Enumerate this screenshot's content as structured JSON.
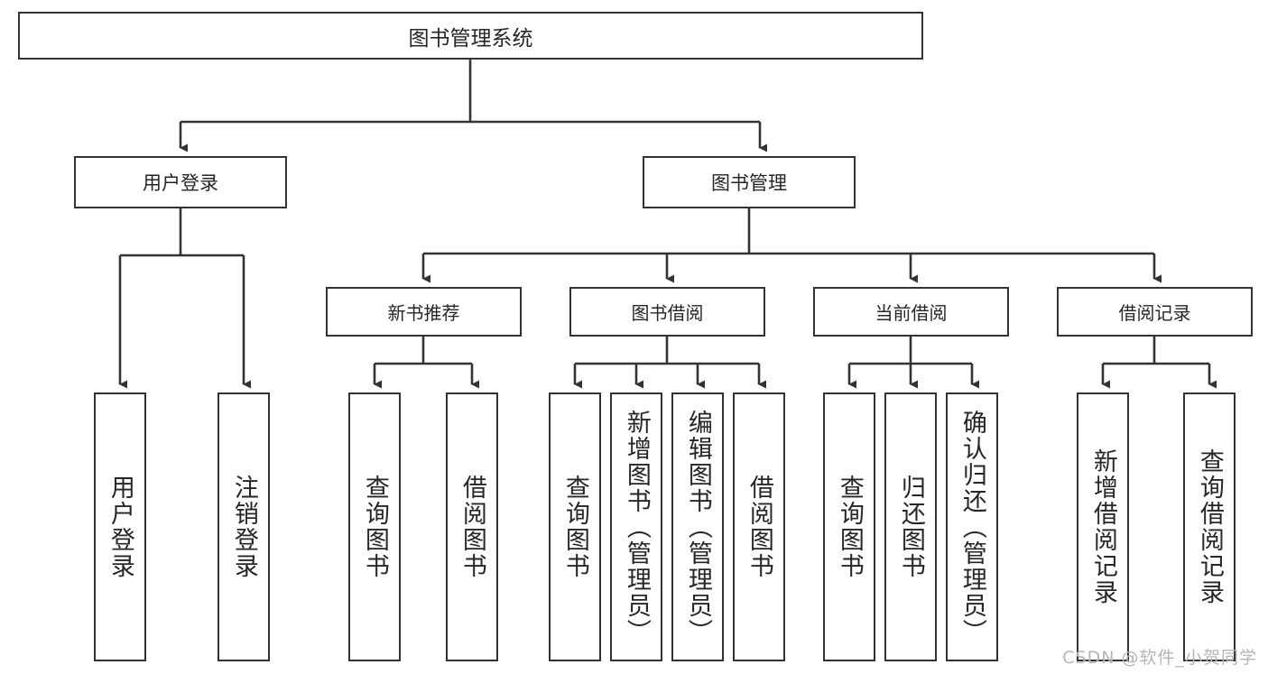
{
  "diagram": {
    "title": "图书管理系统",
    "type": "hierarchy-tree",
    "colors": {
      "box_border": "#333333",
      "box_fill": "#ffffff",
      "text": "#262626",
      "edge": "#333333",
      "watermark": "#b5b5b5"
    },
    "root": {
      "label": "图书管理系统"
    },
    "level2": [
      {
        "label": "用户登录"
      },
      {
        "label": "图书管理"
      }
    ],
    "level3": [
      {
        "label": "新书推荐"
      },
      {
        "label": "图书借阅"
      },
      {
        "label": "当前借阅"
      },
      {
        "label": "借阅记录"
      }
    ],
    "leaves": [
      {
        "label": "用户登录",
        "parent": "用户登录"
      },
      {
        "label": "注销登录",
        "parent": "用户登录"
      },
      {
        "label": "查询图书",
        "parent": "新书推荐"
      },
      {
        "label": "借阅图书",
        "parent": "新书推荐"
      },
      {
        "label": "查询图书",
        "parent": "图书借阅"
      },
      {
        "label": "新增图书（管理员）",
        "parent": "图书借阅"
      },
      {
        "label": "编辑图书（管理员）",
        "parent": "图书借阅"
      },
      {
        "label": "借阅图书",
        "parent": "图书借阅"
      },
      {
        "label": "查询图书",
        "parent": "当前借阅"
      },
      {
        "label": "归还图书",
        "parent": "当前借阅"
      },
      {
        "label": "确认归还（管理员）",
        "parent": "当前借阅"
      },
      {
        "label": "新增借阅记录",
        "parent": "借阅记录"
      },
      {
        "label": "查询借阅记录",
        "parent": "借阅记录"
      }
    ]
  },
  "watermark": {
    "text": "CSDN @软件_小贺同学"
  }
}
